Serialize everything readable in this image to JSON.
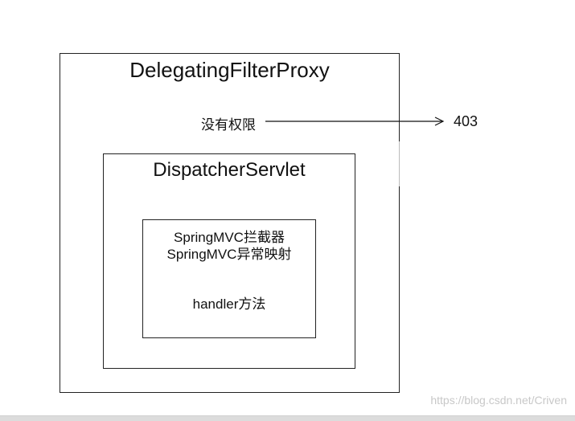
{
  "diagram": {
    "outer_box_label": "DelegatingFilterProxy",
    "middle_box_label": "DispatcherServlet",
    "inner_box_lines": [
      "SpringMVC拦截器",
      "SpringMVC异常映射",
      "handler方法"
    ],
    "deny_label": "没有权限",
    "result_code": "403"
  },
  "watermark": {
    "text": "https://blog.csdn.net/Criven"
  }
}
